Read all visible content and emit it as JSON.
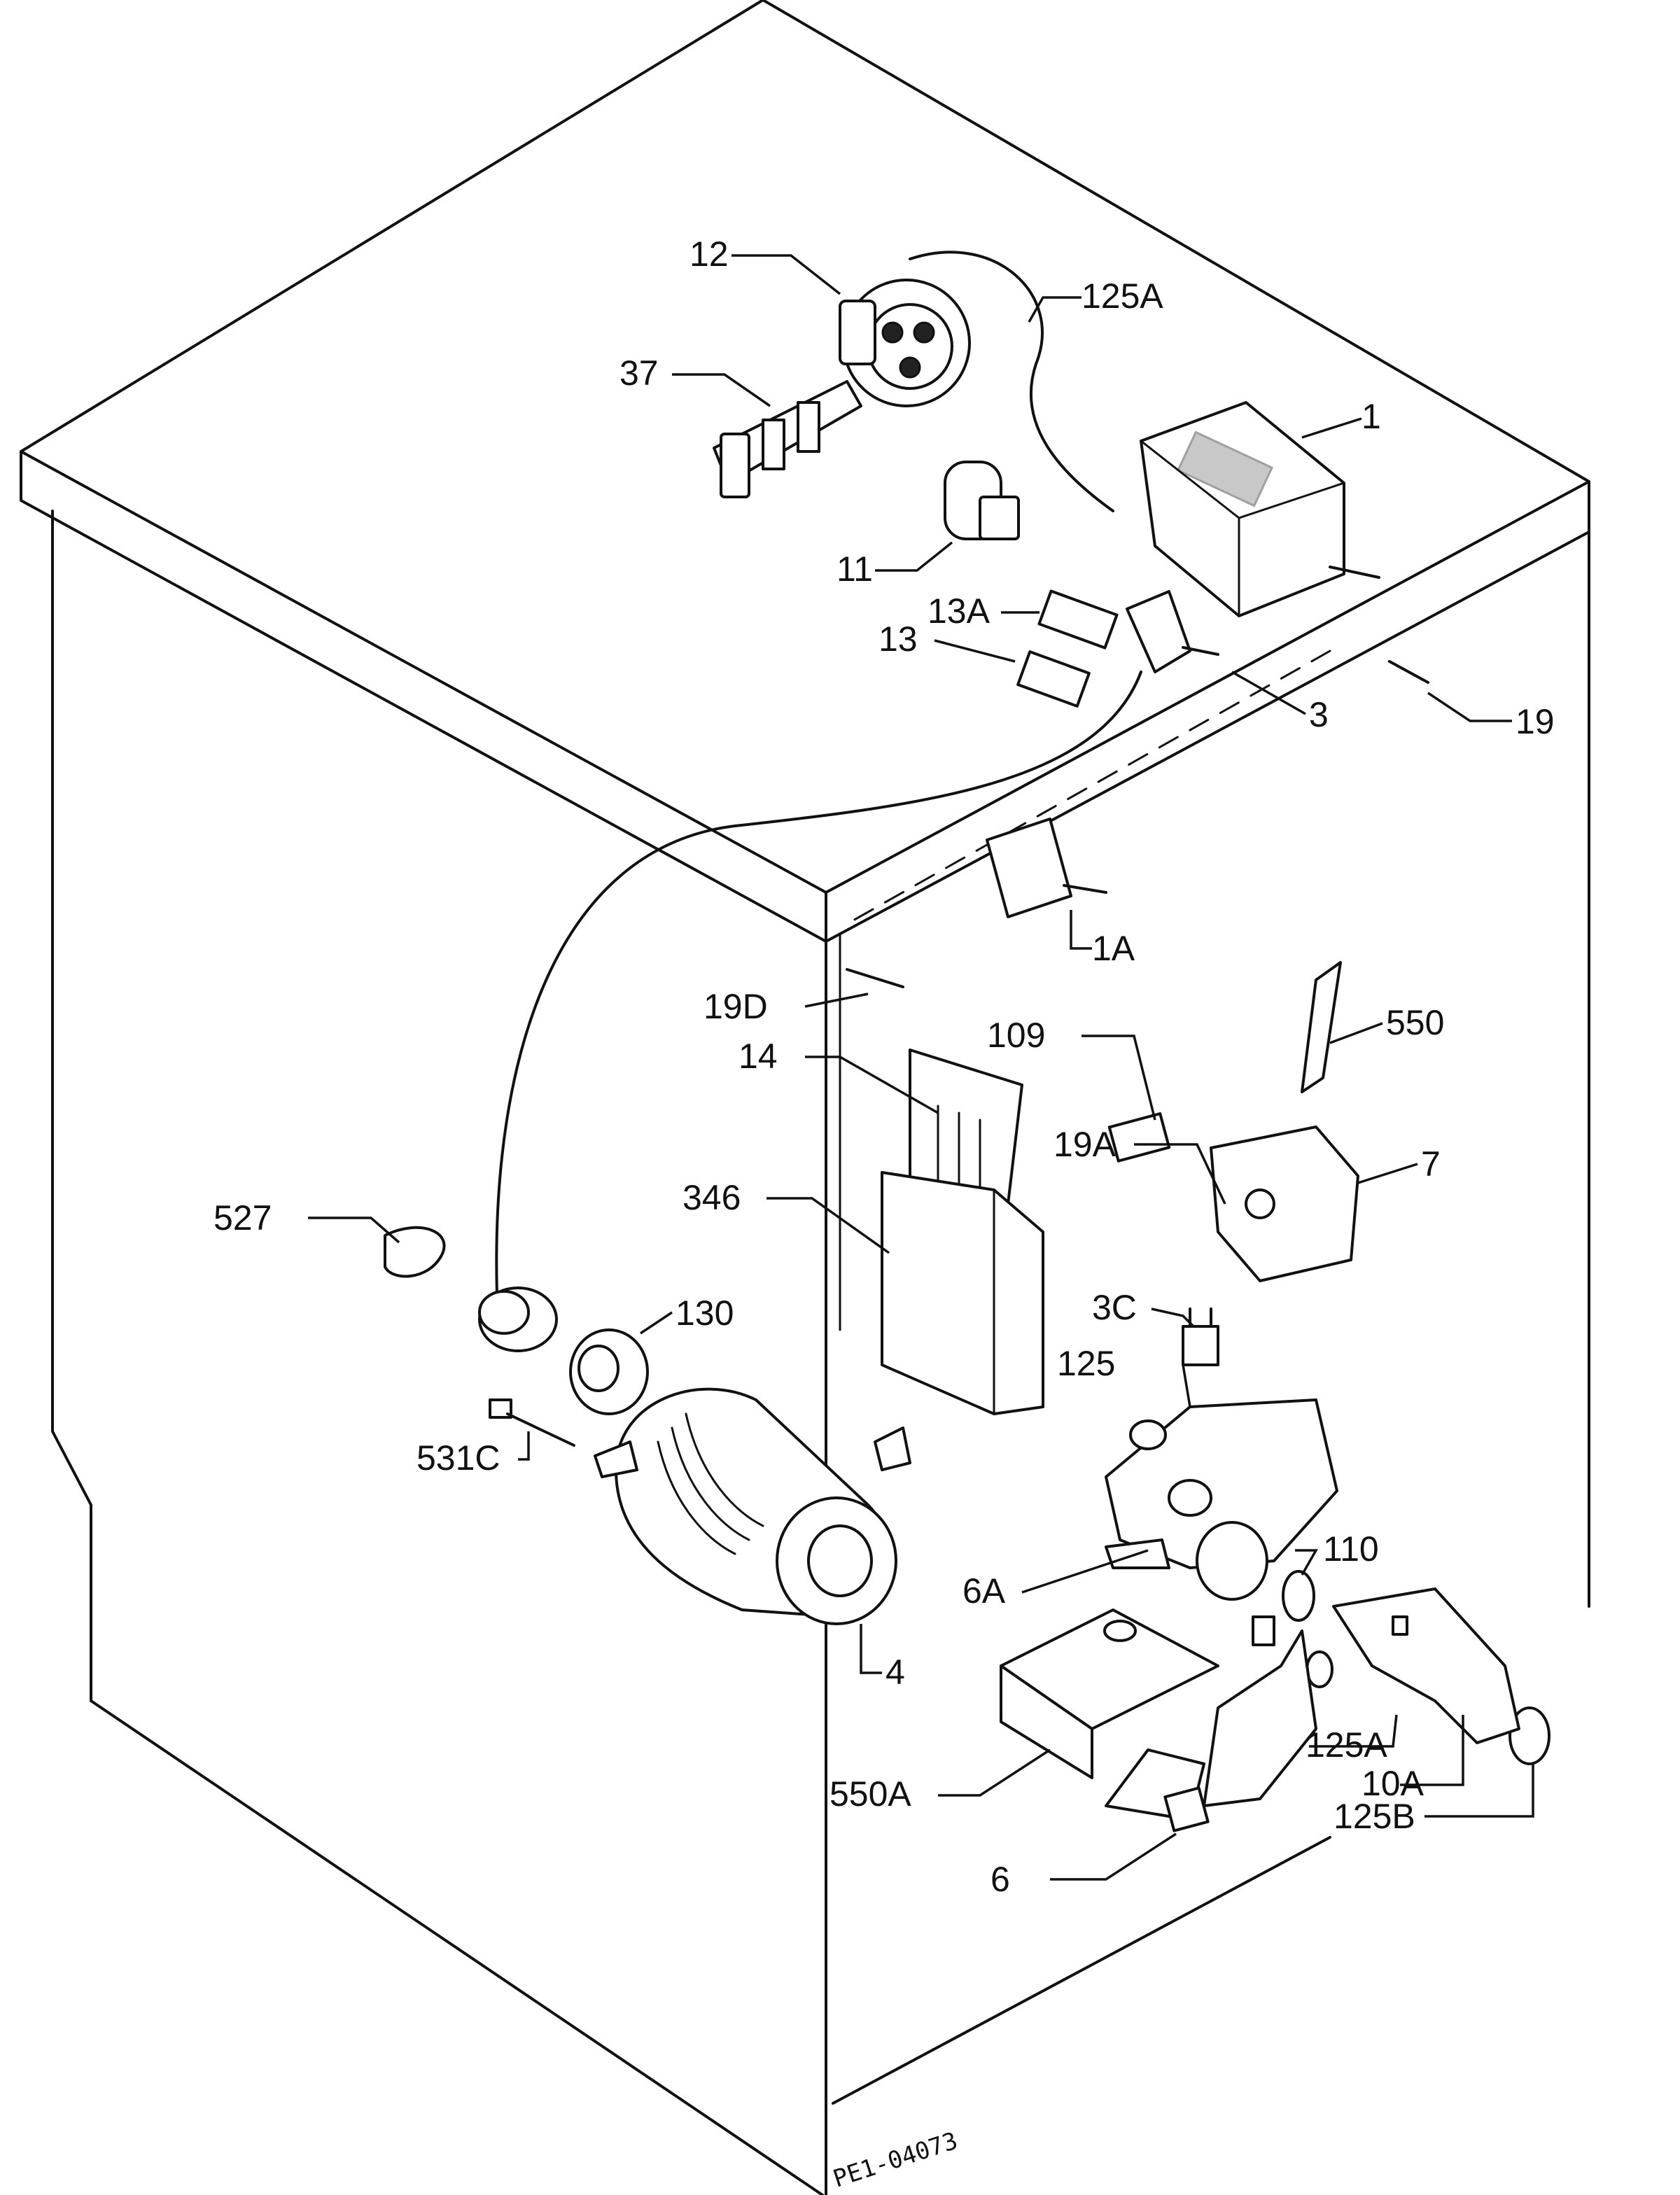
{
  "diagram": {
    "drawing_code": "PE1-04073",
    "parts": [
      {
        "id": "p1",
        "label": "1"
      },
      {
        "id": "p1a",
        "label": "1A"
      },
      {
        "id": "p3",
        "label": "3"
      },
      {
        "id": "p3c",
        "label": "3C"
      },
      {
        "id": "p4",
        "label": "4"
      },
      {
        "id": "p6",
        "label": "6"
      },
      {
        "id": "p6a",
        "label": "6A"
      },
      {
        "id": "p7",
        "label": "7"
      },
      {
        "id": "p10a",
        "label": "10A"
      },
      {
        "id": "p11",
        "label": "11"
      },
      {
        "id": "p12",
        "label": "12"
      },
      {
        "id": "p13",
        "label": "13"
      },
      {
        "id": "p13a",
        "label": "13A"
      },
      {
        "id": "p14",
        "label": "14"
      },
      {
        "id": "p19",
        "label": "19"
      },
      {
        "id": "p19a",
        "label": "19A"
      },
      {
        "id": "p19d",
        "label": "19D"
      },
      {
        "id": "p37",
        "label": "37"
      },
      {
        "id": "p109",
        "label": "109"
      },
      {
        "id": "p110",
        "label": "110"
      },
      {
        "id": "p125",
        "label": "125"
      },
      {
        "id": "p125a1",
        "label": "125A"
      },
      {
        "id": "p125a2",
        "label": "125A"
      },
      {
        "id": "p125b",
        "label": "125B"
      },
      {
        "id": "p130",
        "label": "130"
      },
      {
        "id": "p346",
        "label": "346"
      },
      {
        "id": "p527",
        "label": "527"
      },
      {
        "id": "p531c",
        "label": "531C"
      },
      {
        "id": "p550",
        "label": "550"
      },
      {
        "id": "p550a",
        "label": "550A"
      }
    ]
  }
}
